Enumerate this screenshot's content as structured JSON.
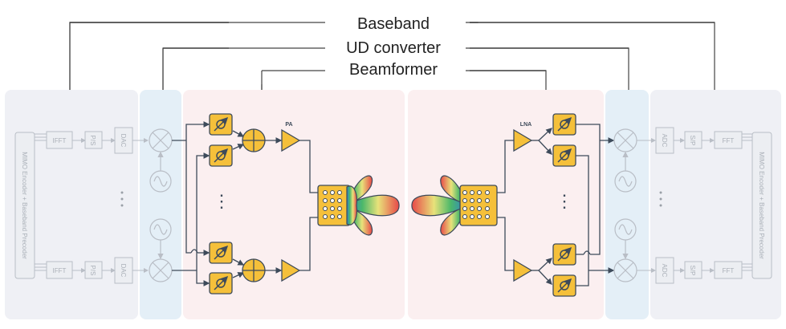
{
  "title": "Hybrid beamforming transceiver architecture",
  "brackets": {
    "baseband": "Baseband",
    "ud_converter": "UD converter",
    "beamformer": "Beamformer"
  },
  "transmitter": {
    "encoder_label": "MIMO Encoder + Baseband Precoder",
    "chain_blocks": [
      "IFFT",
      "P/S",
      "DAC"
    ],
    "amplifier_label": "PA",
    "ellipsis": "⋮"
  },
  "receiver": {
    "decoder_label": "MIMO Encoder + Baseband Precoder",
    "chain_blocks": [
      "ADC",
      "S/P",
      "FFT"
    ],
    "amplifier_label": "LNA",
    "ellipsis": "⋮"
  },
  "colors": {
    "baseband_panel": "#eff0f5",
    "converter_panel": "#e4eff7",
    "beamformer_panel": "#fbeff0",
    "component_fill": "#f5c03a",
    "wire": "#3d4a5a",
    "faded": "#b9bec6"
  }
}
